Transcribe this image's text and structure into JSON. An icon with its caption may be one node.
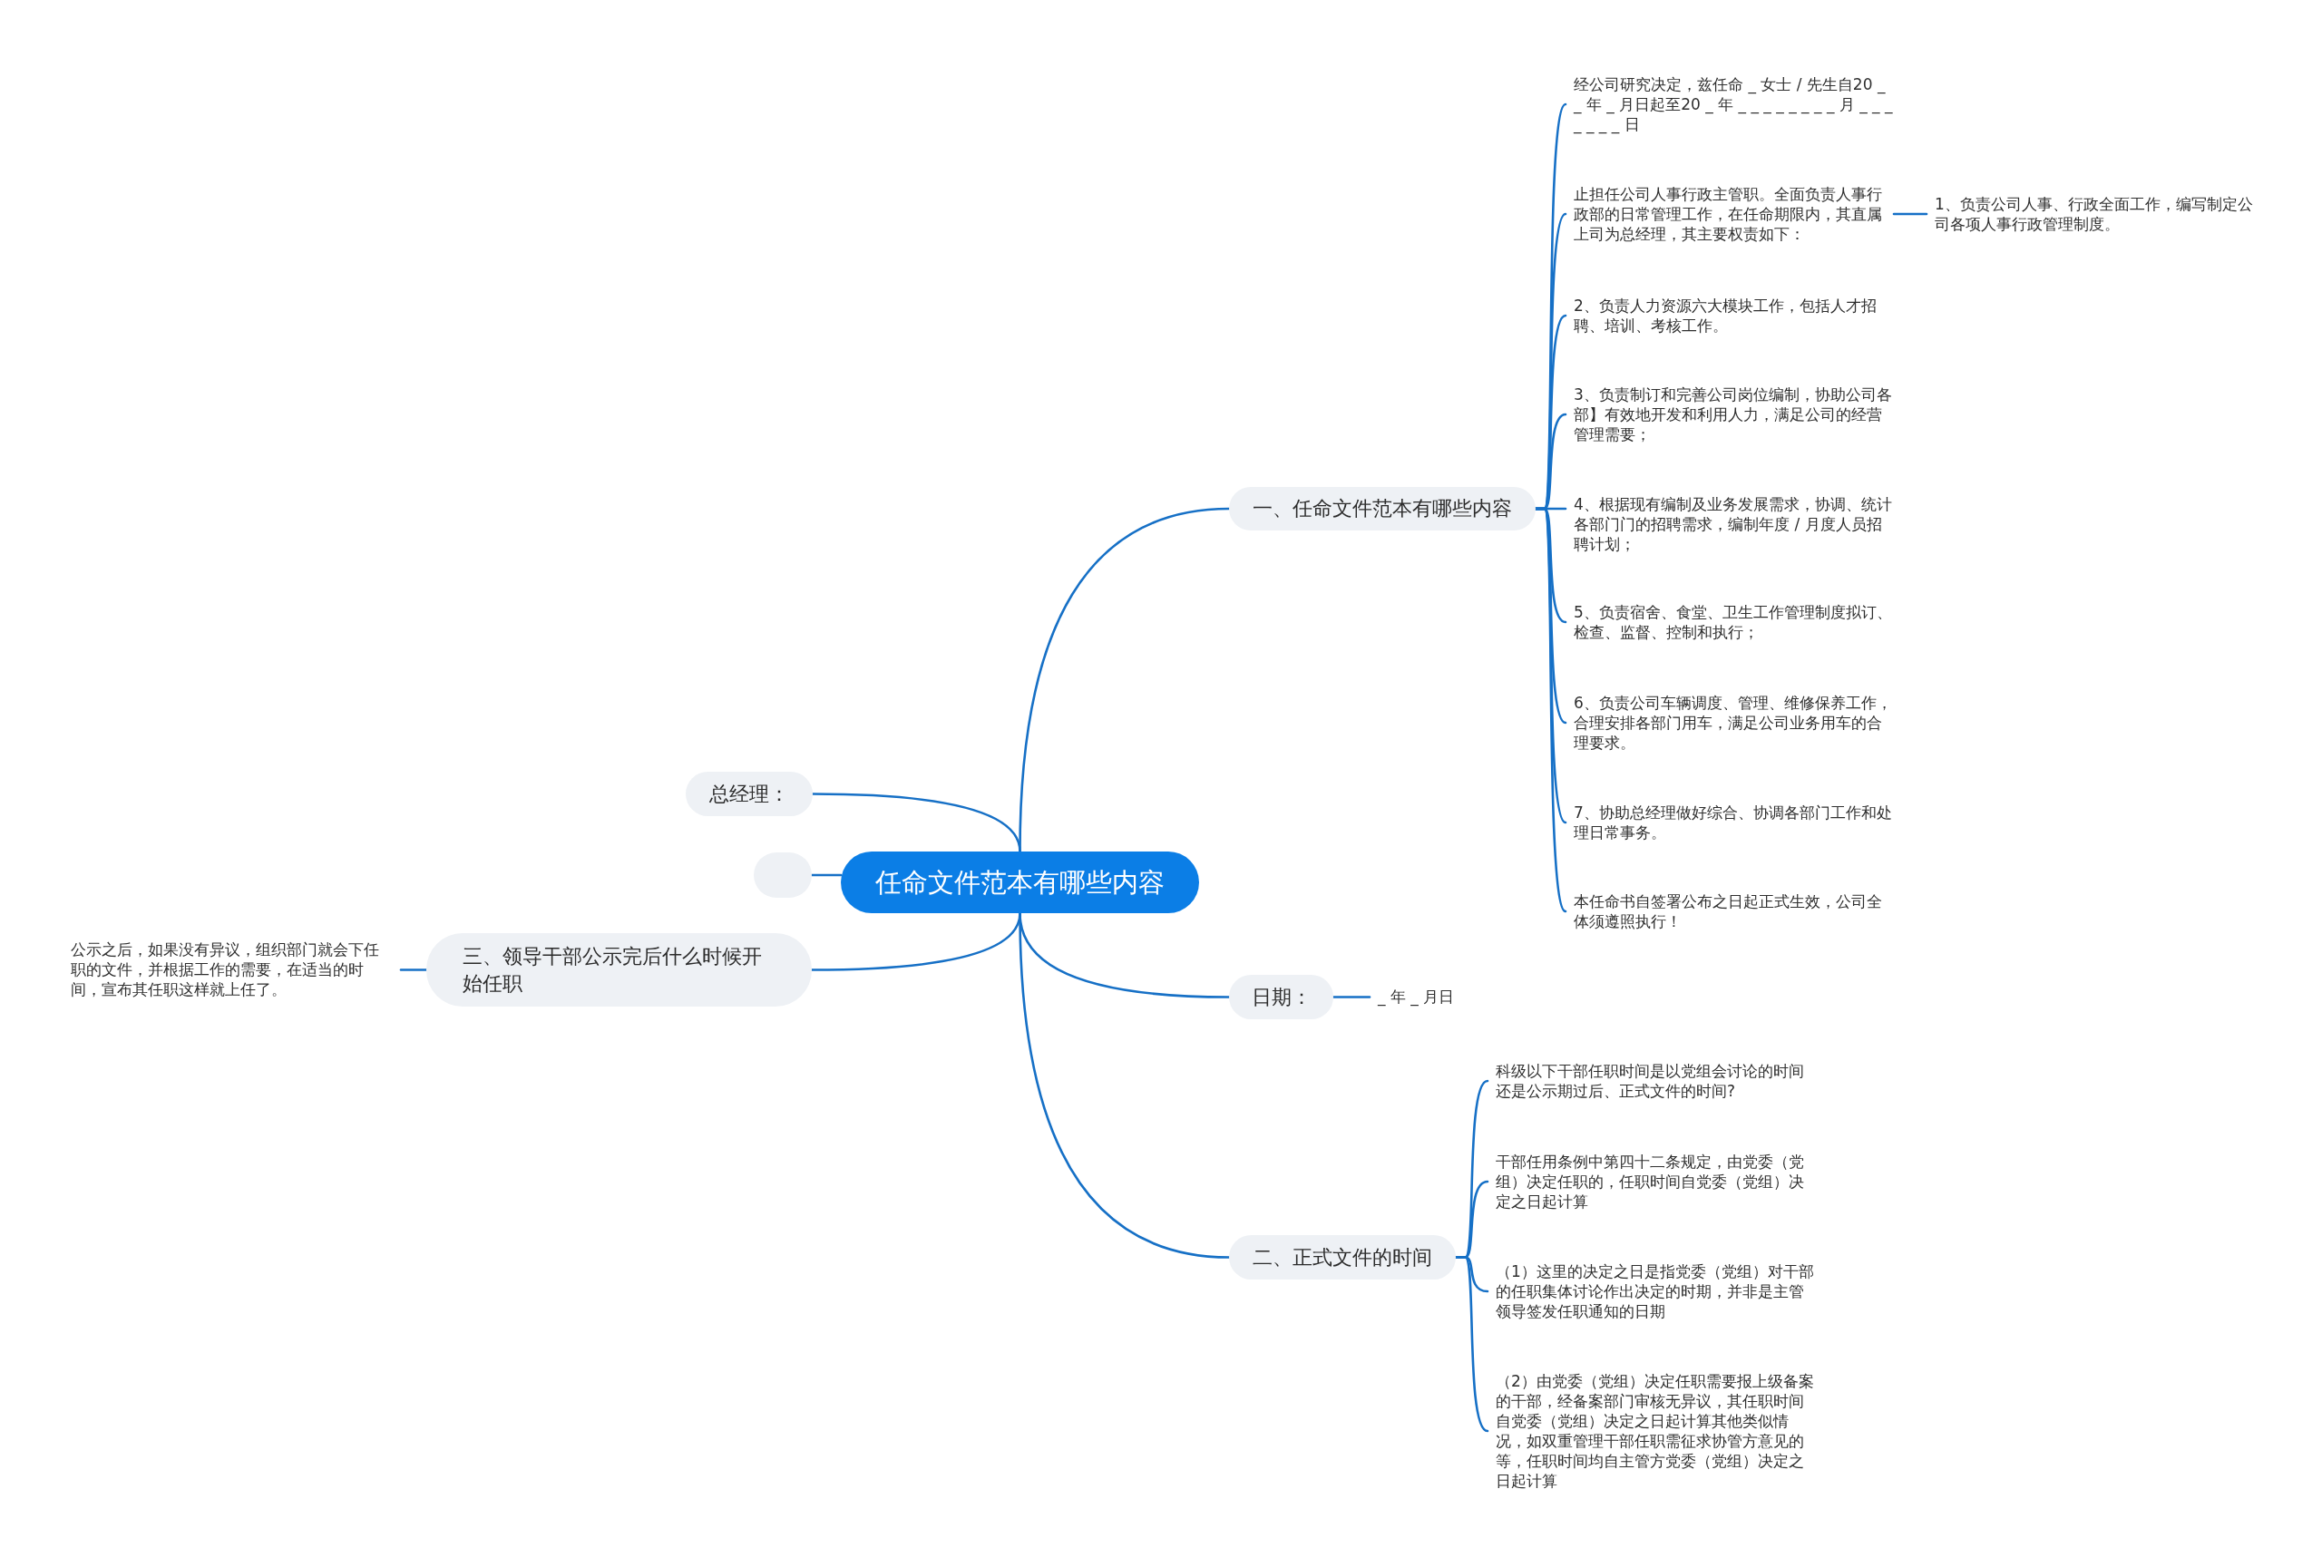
{
  "diagram": {
    "nodes": [
      {
        "text": [
          "任命文件范本有哪些内容"
        ]
      },
      {
        "text": [
          "一、任命文件范本有哪些内容"
        ]
      },
      {
        "text": [
          "经公司研究决定，兹任命 _ 女士 / 先生自20 _ _ 年 _ 月日起至20 _ 年 _ _ _ _ _ _ _ _ 月 _ _ _ _ _ _ _ 日"
        ]
      },
      {
        "text": [
          "止担任公司人事行政主管职。全面负责人事行政部的日常管理工作，在任命期限内，其直属上司为总经理，其主要权责如下："
        ]
      },
      {
        "text": [
          "2、负责人力资源六大模块工作，包括人才招聘、培训、考核工作。"
        ]
      },
      {
        "text": [
          "3、负责制订和完善公司岗位编制，协助公司各部】有效地开发和利用人力，满足公司的经营管理需要；"
        ]
      },
      {
        "text": [
          "4、根据现有编制及业务发展需求，协调、统计各部门门的招聘需求，编制年度 / 月度人员招聘计划；"
        ]
      },
      {
        "text": [
          "5、负责宿舍、食堂、卫生工作管理制度拟订、检查、监督、控制和执行；"
        ]
      },
      {
        "text": [
          "6、负责公司车辆调度、管理、维修保养工作，合理安排各部门用车，满足公司业务用车的合理要求。"
        ]
      },
      {
        "text": [
          "7、协助总经理做好综合、协调各部门工作和处理日常事务。"
        ]
      },
      {
        "text": [
          "本任命书自签署公布之日起正式生效，公司全体须遵照执行！"
        ]
      },
      {
        "text": [
          "1、负责公司人事、行政全面工作，编写制定公司各项人事行政管理制度。"
        ]
      },
      {
        "text": [
          "总经理："
        ]
      },
      {
        "text": [],
        "shape": "box"
      },
      {
        "text": [
          "三、领导干部公示完后什么时候开始任职"
        ]
      },
      {
        "text": [
          "公示之后，如果没有异议，组织部门就会下任职的文件，并根据工作的需要，在适当的时间，宣布其任职这样就上任了。"
        ]
      },
      {
        "text": [
          "日期："
        ]
      },
      {
        "text": [
          "_ 年 _ 月日"
        ]
      },
      {
        "text": [
          "二、正式文件的时间"
        ]
      },
      {
        "text": [
          "科级以下干部任职时间是以党组会讨论的时间还是公示期过后、正式文件的时间?"
        ]
      },
      {
        "text": [
          "干部任用条例中第四十二条规定，由党委（党组）决定任职的，任职时间自党委（党组）决定之日起计算"
        ]
      },
      {
        "text": [
          "（1）这里的决定之日是指党委（党组）对干部的任职集体讨论作出决定的时期，并非是主管领导签发任职通知的日期"
        ]
      },
      {
        "text": [
          "（2）由党委（党组）决定任职需要报上级备案的干部，经备案部门审核无异议，其任职时间自党委（党组）决定之日起计算其他类似情况，如双重管理干部任职需征求协管方意见的等，任职时间均自主管方党委（党组）决定之日起计算"
        ]
      }
    ],
    "edges": [
      {
        "from": 0,
        "to": 1,
        "arrow": "none"
      },
      {
        "from": 1,
        "to": 2,
        "arrow": "none"
      },
      {
        "from": 1,
        "to": 3,
        "arrow": "none"
      },
      {
        "from": 3,
        "to": 11,
        "arrow": "none"
      },
      {
        "from": 1,
        "to": 4,
        "arrow": "none"
      },
      {
        "from": 1,
        "to": 5,
        "arrow": "none"
      },
      {
        "from": 1,
        "to": 6,
        "arrow": "none"
      },
      {
        "from": 1,
        "to": 7,
        "arrow": "none"
      },
      {
        "from": 1,
        "to": 8,
        "arrow": "none"
      },
      {
        "from": 1,
        "to": 9,
        "arrow": "none"
      },
      {
        "from": 1,
        "to": 10,
        "arrow": "none"
      },
      {
        "from": 0,
        "to": 12,
        "arrow": "none"
      },
      {
        "from": 0,
        "to": 13,
        "arrow": "none"
      },
      {
        "from": 0,
        "to": 14,
        "arrow": "none"
      },
      {
        "from": 14,
        "to": 15,
        "arrow": "none"
      },
      {
        "from": 0,
        "to": 16,
        "arrow": "none"
      },
      {
        "from": 16,
        "to": 17,
        "arrow": "none"
      },
      {
        "from": 0,
        "to": 18,
        "arrow": "none"
      },
      {
        "from": 18,
        "to": 19,
        "arrow": "none"
      },
      {
        "from": 18,
        "to": 20,
        "arrow": "none"
      },
      {
        "from": 18,
        "to": 21,
        "arrow": "none"
      },
      {
        "from": 18,
        "to": 22,
        "arrow": "none"
      }
    ]
  }
}
